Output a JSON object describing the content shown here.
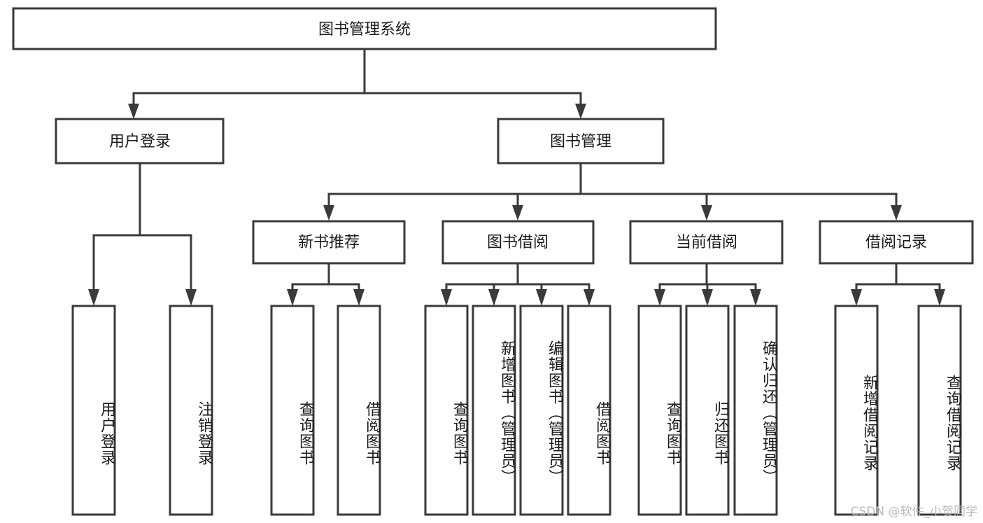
{
  "diagram": {
    "title": "图书管理系统",
    "type": "tree-hierarchy",
    "root": {
      "label": "图书管理系统",
      "orientation": "horizontal"
    },
    "level2": [
      {
        "label": "用户登录",
        "orientation": "horizontal"
      },
      {
        "label": "图书管理",
        "orientation": "horizontal"
      }
    ],
    "level3": [
      {
        "label": "新书推荐",
        "orientation": "horizontal"
      },
      {
        "label": "图书借阅",
        "orientation": "horizontal"
      },
      {
        "label": "当前借阅",
        "orientation": "horizontal"
      },
      {
        "label": "借阅记录",
        "orientation": "horizontal"
      }
    ],
    "leaves_user_login": [
      {
        "label": "用户登录",
        "orientation": "vertical"
      },
      {
        "label": "注销登录",
        "orientation": "vertical"
      }
    ],
    "leaves_new_books": [
      {
        "label": "查询图书",
        "orientation": "vertical"
      },
      {
        "label": "借阅图书",
        "orientation": "vertical"
      }
    ],
    "leaves_book_borrow": [
      {
        "label": "查询图书",
        "orientation": "vertical"
      },
      {
        "label": "新增图书（管理员）",
        "orientation": "vertical"
      },
      {
        "label": "编辑图书（管理员）",
        "orientation": "vertical"
      },
      {
        "label": "借阅图书",
        "orientation": "vertical"
      }
    ],
    "leaves_current_borrow": [
      {
        "label": "查询图书",
        "orientation": "vertical"
      },
      {
        "label": "归还图书",
        "orientation": "vertical"
      },
      {
        "label": "确认归还（管理员）",
        "orientation": "vertical"
      }
    ],
    "leaves_borrow_record": [
      {
        "label": "新增借阅记录",
        "orientation": "vertical"
      },
      {
        "label": "查询借阅记录",
        "orientation": "vertical"
      }
    ],
    "colors": {
      "box_stroke": "#3a3a3a",
      "box_fill": "#ffffff",
      "text": "#1b1b1b",
      "connector": "#3a3a3a",
      "background": "#ffffff",
      "watermark": "#b9b9b9"
    }
  },
  "watermark": {
    "text": "CSDN @软件_小贺同学"
  }
}
